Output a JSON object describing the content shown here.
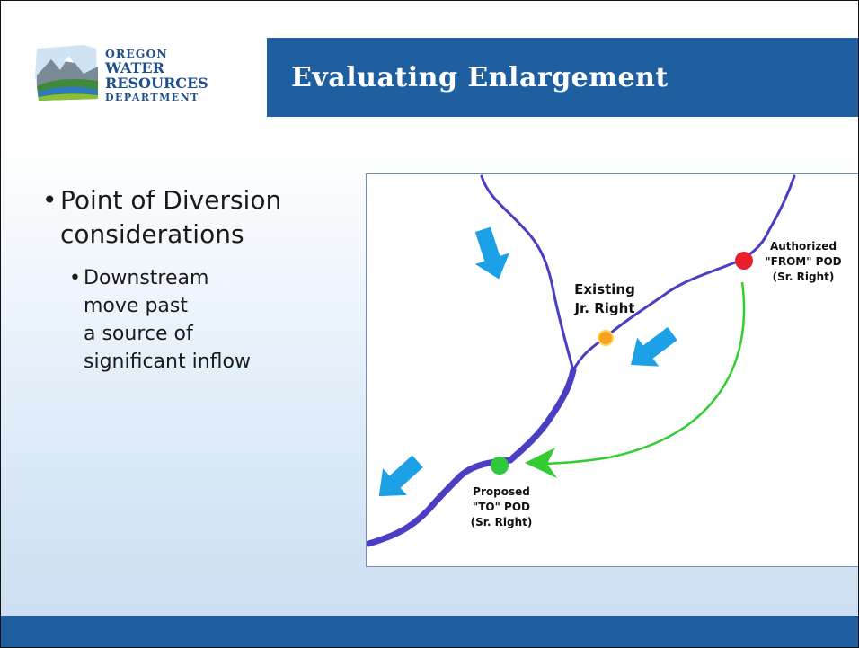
{
  "logo": {
    "line1": "OREGON",
    "line2": "WATER",
    "line3": "RESOURCES",
    "line4": "DEPARTMENT"
  },
  "title": "Evaluating Enlargement",
  "bullets": {
    "level1": "Point of Diversion considerations",
    "level1_line1": "Point of Diversion",
    "level1_line2": "considerations",
    "level2_line1": "Downstream",
    "level2_line2": "move past",
    "level2_line3": "a source of",
    "level2_line4": "significant inflow"
  },
  "diagram": {
    "authorized_pod": {
      "line1": "Authorized",
      "line2": "\"FROM\" POD",
      "line3": "(Sr. Right)"
    },
    "existing_right": {
      "line1": "Existing",
      "line2": "Jr. Right"
    },
    "proposed_pod": {
      "line1": "Proposed",
      "line2": "\"TO\" POD",
      "line3": "(Sr. Right)"
    }
  },
  "colors": {
    "banner": "#1f5fa0",
    "river": "#4a3fc2",
    "flow_arrow": "#1da1e6",
    "from_pod": "#e8202a",
    "existing_right": "#f6a21e",
    "to_pod": "#2ec93a",
    "transfer_arrow": "#33cc33"
  }
}
